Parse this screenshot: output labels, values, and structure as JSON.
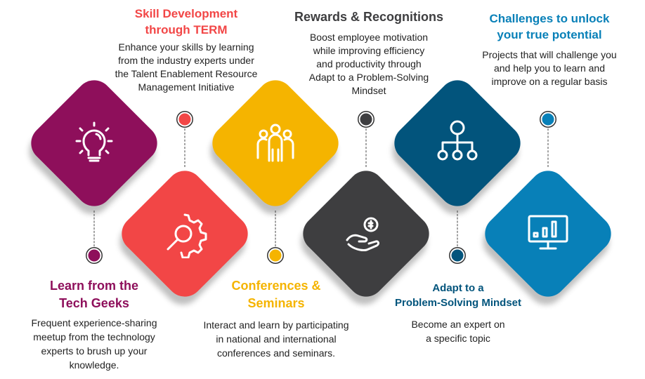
{
  "colors": {
    "purple": "#8e0f5b",
    "red": "#f24646",
    "yellow": "#f5b400",
    "dark": "#3e3e40",
    "navy": "#02547c",
    "blue": "#0880b8"
  },
  "items": [
    {
      "title": [
        "Skill Development",
        "through TERM"
      ],
      "desc": [
        "Enhance your skills by learning",
        "from the industry experts under",
        "the Talent Enablement Resource",
        "Management Initiative"
      ],
      "icon": "gear-magnifier-icon"
    },
    {
      "title": [
        "Rewards & Recognitions"
      ],
      "desc": [
        "Boost employee motivation",
        "while improving efficiency",
        "and productivity through",
        "Adapt to a Problem-Solving",
        "Mindset"
      ],
      "icon": "hand-coin-icon"
    },
    {
      "title": [
        "Challenges to unlock",
        "your true potential"
      ],
      "desc": [
        "Projects that will challenge you",
        "and help you to learn and",
        "improve on a regular basis"
      ],
      "icon": "monitor-chart-icon"
    },
    {
      "title": [
        "Learn from the",
        "Tech Geeks"
      ],
      "desc": [
        "Frequent experience-sharing",
        "meetup  from the technology",
        "experts to brush up your",
        "knowledge."
      ],
      "icon": "lightbulb-head-icon"
    },
    {
      "title": [
        "Conferences &",
        "Seminars"
      ],
      "desc": [
        "Interact and learn by participating",
        "in national and international",
        "conferences and seminars."
      ],
      "icon": "group-icon"
    },
    {
      "title": [
        "Adapt to a",
        "Problem-Solving Mindset"
      ],
      "desc": [
        "Become an expert on",
        "a specific topic"
      ],
      "icon": "hierarchy-icon"
    }
  ]
}
